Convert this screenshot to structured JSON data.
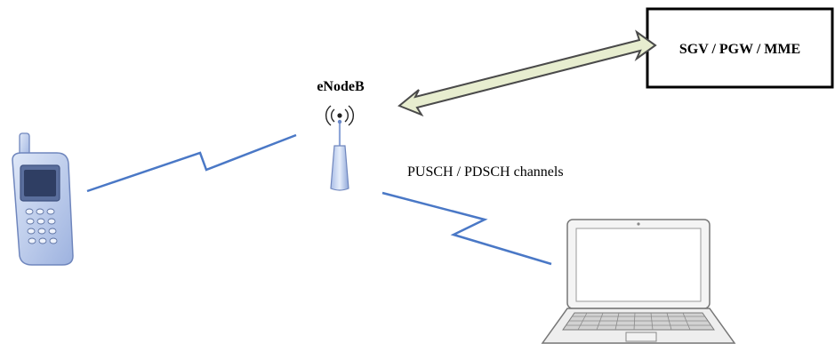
{
  "enodeb": {
    "label": "eNodeB"
  },
  "core": {
    "label": "SGV / PGW / MME"
  },
  "channel": {
    "label": "PUSCH / PDSCH channels"
  },
  "icons": {
    "phone": "mobile-phone-icon",
    "laptop": "laptop-icon",
    "antenna": "antenna-icon",
    "broadcast": "broadcast-waves-icon"
  },
  "colors": {
    "link": "#4a78c6",
    "device": "#7f93bd",
    "device_fill": "#c9d6ef",
    "arrow_fill": "#e7edcf",
    "arrow_stroke": "#4a4a4a"
  }
}
